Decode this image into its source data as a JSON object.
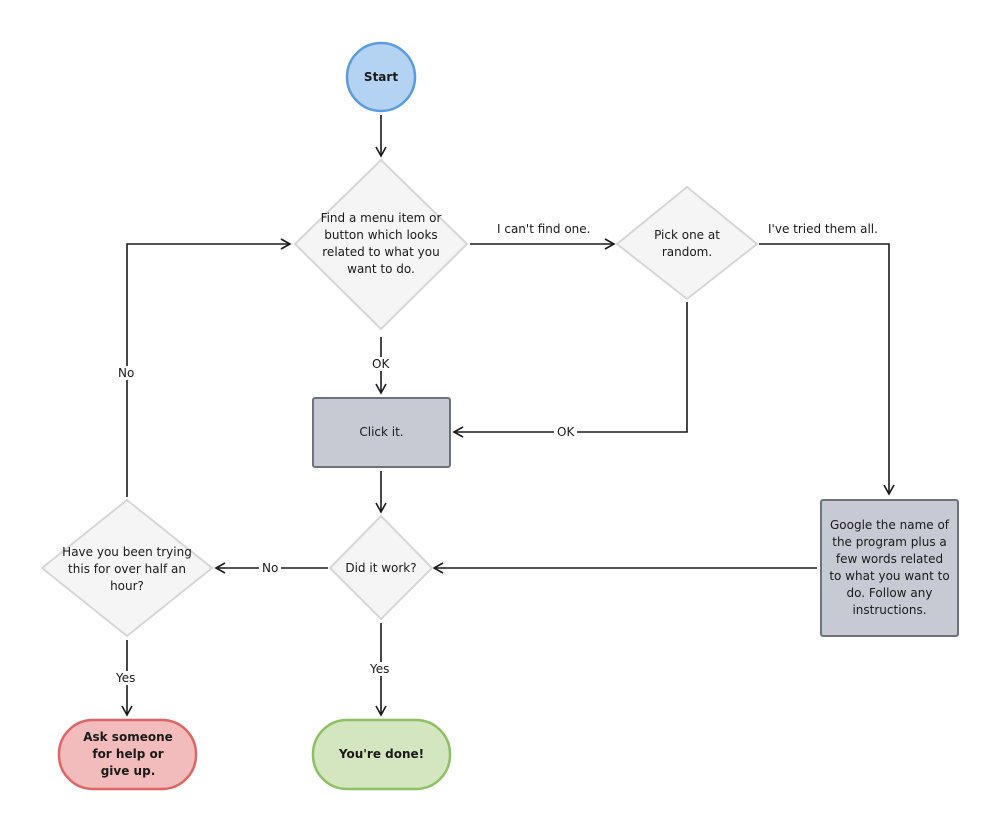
{
  "nodes": {
    "start": "Start",
    "find": "Find a menu item or button which looks related to what you want to do.",
    "pick": "Pick one at random.",
    "click": "Click it.",
    "google": "Google the name of the program plus a few words related to what you want to do. Follow any instructions.",
    "work": "Did it work?",
    "tried": "Have you been trying this for over half an hour?",
    "ask": "Ask someone for help or give up.",
    "done": "You're done!"
  },
  "edges": {
    "cant_find": "I can't find one.",
    "tried_all": "I've tried them all.",
    "ok_find": "OK",
    "ok_pick": "OK",
    "no_work": "No",
    "yes_work": "Yes",
    "no_tried": "No",
    "yes_tried": "Yes"
  },
  "colors": {
    "start_fill": "#b4d3f3",
    "start_stroke": "#5b9be0",
    "decision_fill": "#f5f5f5",
    "decision_stroke": "#d6d6d6",
    "process_fill": "#c7cad3",
    "process_stroke": "#6d7180",
    "ask_fill": "#f1bcbb",
    "ask_stroke": "#de6565",
    "done_fill": "#d3e6c0",
    "done_stroke": "#8cc063",
    "line": "#1a1a1a"
  }
}
